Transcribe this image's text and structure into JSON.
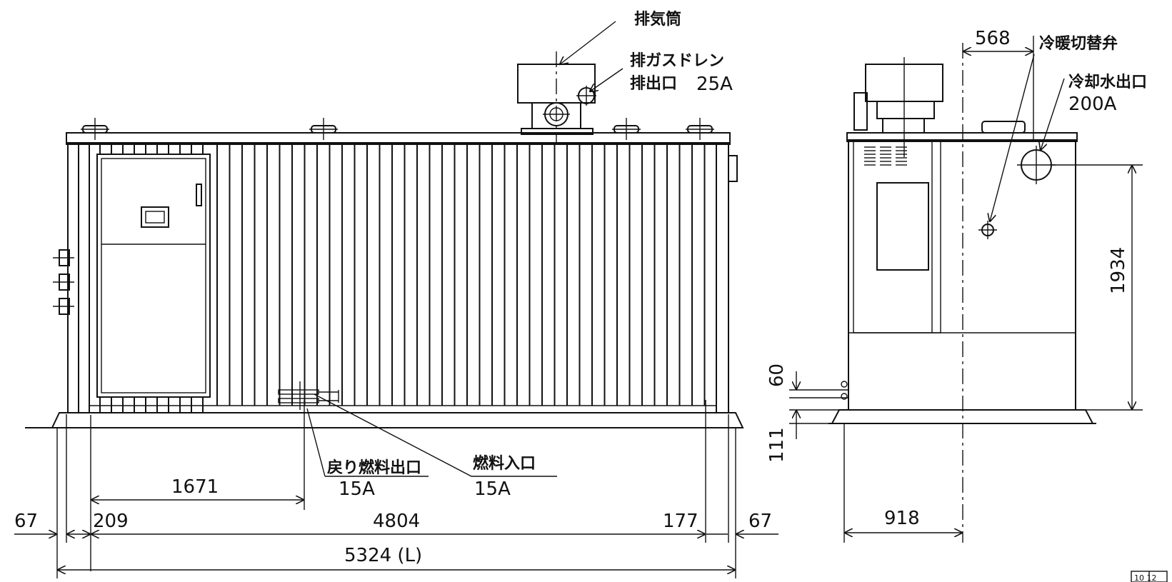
{
  "labels": {
    "exhaust_stack": "排気筒",
    "exhaust_drain": "排ガスドレン",
    "exhaust_drain_outlet": "排出口",
    "exhaust_drain_size": "25A",
    "return_fuel_outlet": "戻り燃料出口",
    "return_fuel_size": "15A",
    "fuel_inlet": "燃料入口",
    "fuel_inlet_size": "15A",
    "switch_valve": "冷暖切替弁",
    "cooling_water_outlet": "冷却水出口",
    "cooling_water_size": "200A"
  },
  "dimensions": {
    "d1671": "1671",
    "d67_left": "67",
    "d209": "209",
    "d4804": "4804",
    "d177": "177",
    "d67_right": "67",
    "d5324": "5324 (L)",
    "d568": "568",
    "d1934": "1934",
    "d60": "60",
    "d111": "111",
    "d918": "918"
  },
  "stamp": {
    "text": "10 12"
  }
}
